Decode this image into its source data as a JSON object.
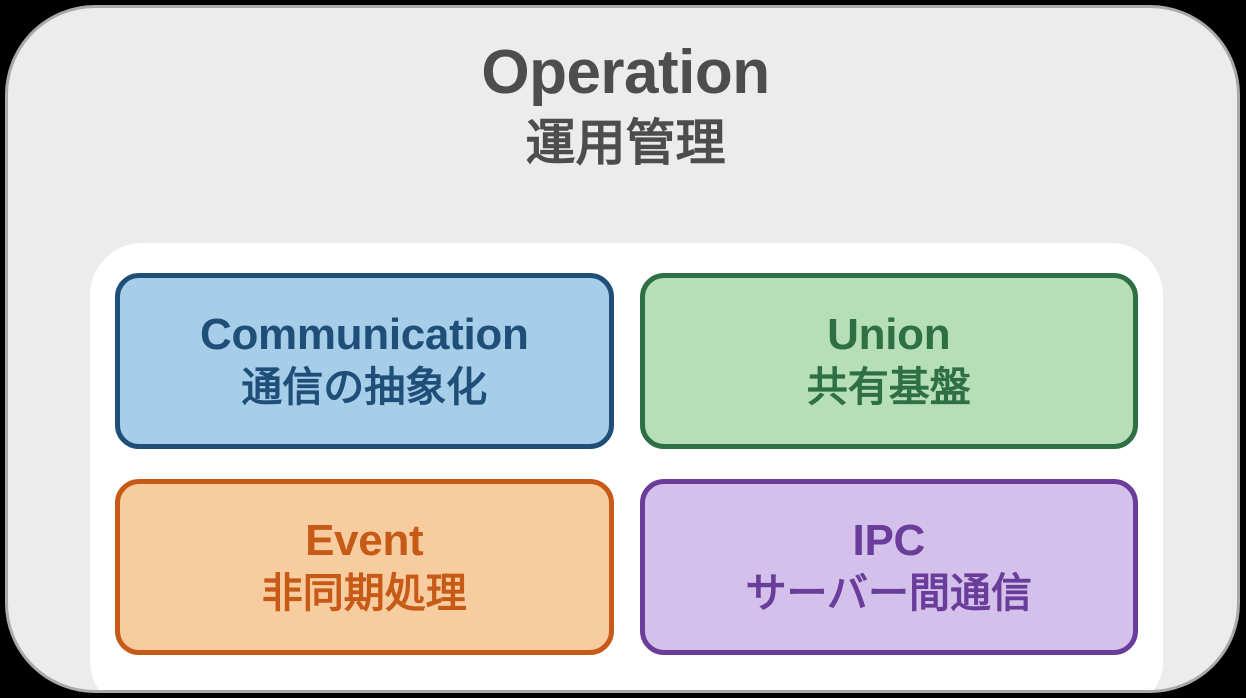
{
  "canvas": {
    "background_color": "#000000"
  },
  "card": {
    "background_color": "#ECECEC",
    "border_color": "#A9A9A9"
  },
  "header": {
    "title": "Operation",
    "subtitle": "運用管理",
    "text_color": "#4D4D4D"
  },
  "panel": {
    "background_color": "#FFFFFF"
  },
  "modules": [
    {
      "name": "Communication",
      "description": "通信の抽象化",
      "fill_color": "#A6CEE8",
      "border_color": "#1F4E79",
      "text_color": "#1F4E79"
    },
    {
      "name": "Union",
      "description": "共有基盤",
      "fill_color": "#B7DFB7",
      "border_color": "#2E7044",
      "text_color": "#2E7044"
    },
    {
      "name": "Event",
      "description": "非同期処理",
      "fill_color": "#F7CDA0",
      "border_color": "#C65A16",
      "text_color": "#C65A16"
    },
    {
      "name": "IPC",
      "description": "サーバー間通信",
      "fill_color": "#D3C1EC",
      "border_color": "#6A3D9A",
      "text_color": "#6A3D9A"
    }
  ]
}
